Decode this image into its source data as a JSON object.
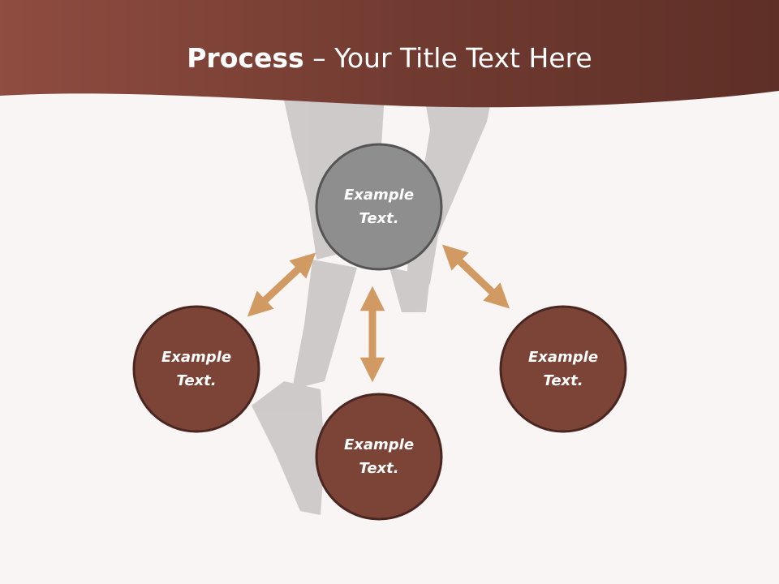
{
  "title": {
    "bold": "Process",
    "rest": " – Your Title Text Here"
  },
  "colors": {
    "header": "#74372b",
    "background": "#f9f5f4",
    "circle_main": "#8e8e8e",
    "circle_main_stroke": "#555555",
    "circle": "#7b4437",
    "circle_stroke": "#4a2621",
    "arrow": "#d09a62"
  },
  "nodes": [
    {
      "label": "Example Text.",
      "line1": "Example",
      "line2": "Text."
    },
    {
      "label": "Example Text.",
      "line1": "Example",
      "line2": "Text."
    },
    {
      "label": "Example Text.",
      "line1": "Example",
      "line2": "Text."
    },
    {
      "label": "Example Text.",
      "line1": "Example",
      "line2": "Text."
    }
  ]
}
